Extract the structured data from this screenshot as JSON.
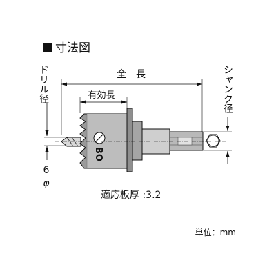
{
  "section_title": "寸法図",
  "labels": {
    "overall_length": "全　長",
    "effective_length": "有効長",
    "drill_diameter": "ドリル径",
    "shank_diameter": "シャンク径",
    "drill_size": "6",
    "phi": "φ",
    "plate_thickness": "適応板厚 :3.2",
    "unit": "単位：mm",
    "brand": "BO"
  }
}
